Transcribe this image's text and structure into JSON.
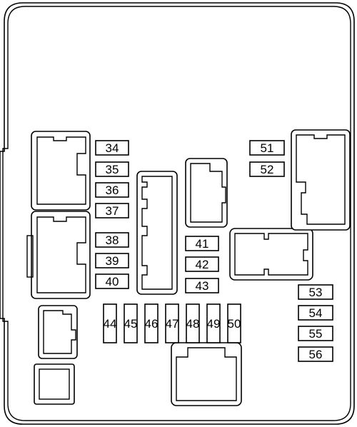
{
  "fuse_box": {
    "fuses": [
      {
        "label": "34"
      },
      {
        "label": "35"
      },
      {
        "label": "36"
      },
      {
        "label": "37"
      },
      {
        "label": "38"
      },
      {
        "label": "39"
      },
      {
        "label": "40"
      },
      {
        "label": "41"
      },
      {
        "label": "42"
      },
      {
        "label": "43"
      },
      {
        "label": "44"
      },
      {
        "label": "45"
      },
      {
        "label": "46"
      },
      {
        "label": "47"
      },
      {
        "label": "48"
      },
      {
        "label": "49"
      },
      {
        "label": "50"
      },
      {
        "label": "51"
      },
      {
        "label": "52"
      },
      {
        "label": "53"
      },
      {
        "label": "54"
      },
      {
        "label": "55"
      },
      {
        "label": "56"
      }
    ]
  }
}
